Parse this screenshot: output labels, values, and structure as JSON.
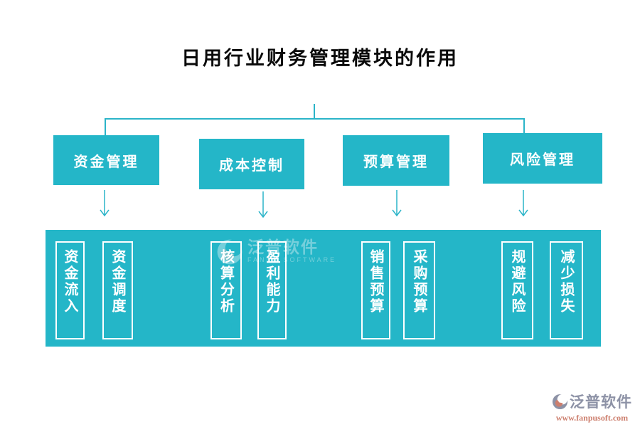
{
  "title": "日用行业财务管理模块的作用",
  "colors": {
    "teal": "#24b6c8",
    "line": "#2bb4c8",
    "box_text": "#ffffff",
    "title_text": "#0a0a0a",
    "brand_gray": "#8d92a6",
    "brand_salmon": "#cd7f6e"
  },
  "branches": [
    {
      "label": "资金管理",
      "children": [
        "资金流入",
        "资金调度"
      ]
    },
    {
      "label": "成本控制",
      "children": [
        "核算分析",
        "盈利能力"
      ]
    },
    {
      "label": "预算管理",
      "children": [
        "销售预算",
        "采购预算"
      ]
    },
    {
      "label": "风险管理",
      "children": [
        "规避风险",
        "减少损失"
      ]
    }
  ],
  "watermark": {
    "brand": "泛普软件",
    "subtext": "FANPU SOFTWARE"
  },
  "footer": {
    "brand": "泛普软件",
    "url": "www.fanpusoft.com"
  }
}
